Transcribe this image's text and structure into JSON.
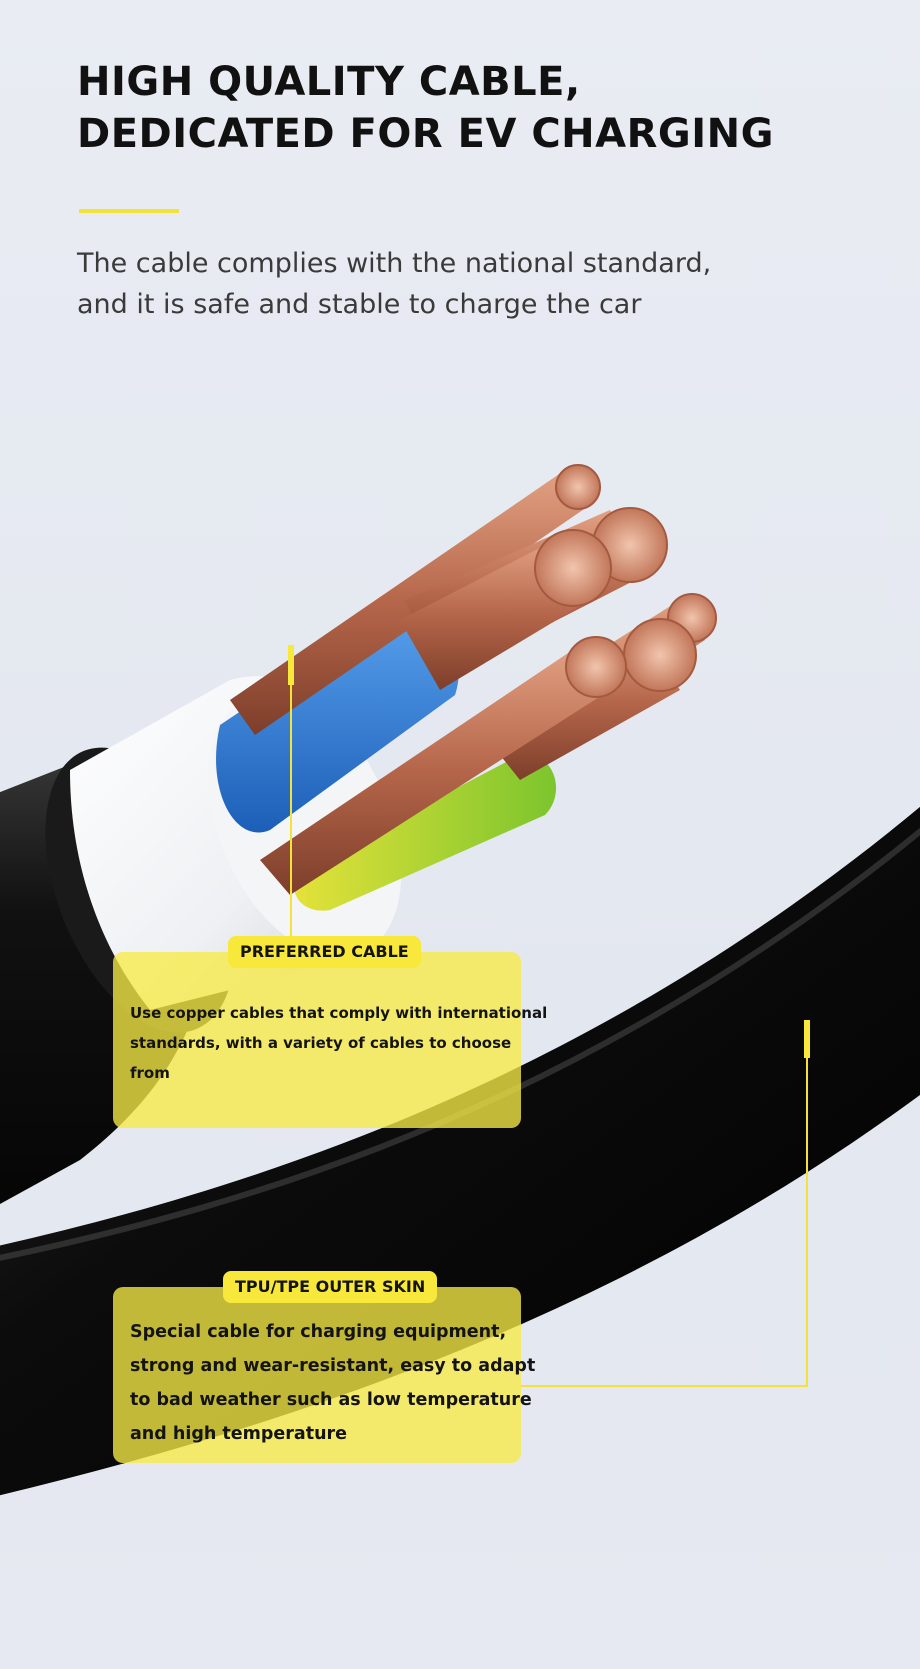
{
  "header": {
    "title_line1": "HIGH QUALITY CABLE,",
    "title_line2": "DEDICATED FOR EV CHARGING",
    "subtitle_line1": "The cable complies with the national standard,",
    "subtitle_line2": "and it is safe and stable to charge the car"
  },
  "callouts": [
    {
      "tag": "PREFERRED CABLE",
      "lines": [
        "Use copper cables that comply with international",
        "standards, with a variety of cables to choose",
        "from"
      ]
    },
    {
      "tag": "TPU/TPE OUTER SKIN",
      "lines": [
        "Special cable for charging equipment,",
        "strong and wear-resistant, easy to adapt",
        "to bad weather such as low temperature",
        " and high temperature"
      ]
    }
  ],
  "colors": {
    "background": "#e6e9f1",
    "accent_yellow": "#f2e23a",
    "callout_yellow": "#f7e83b",
    "cable_black": "#0d0d0d",
    "copper": "#b5664a",
    "blue_wire": "#2f7fd6",
    "green_yellow_wire": "#b9d62a"
  }
}
